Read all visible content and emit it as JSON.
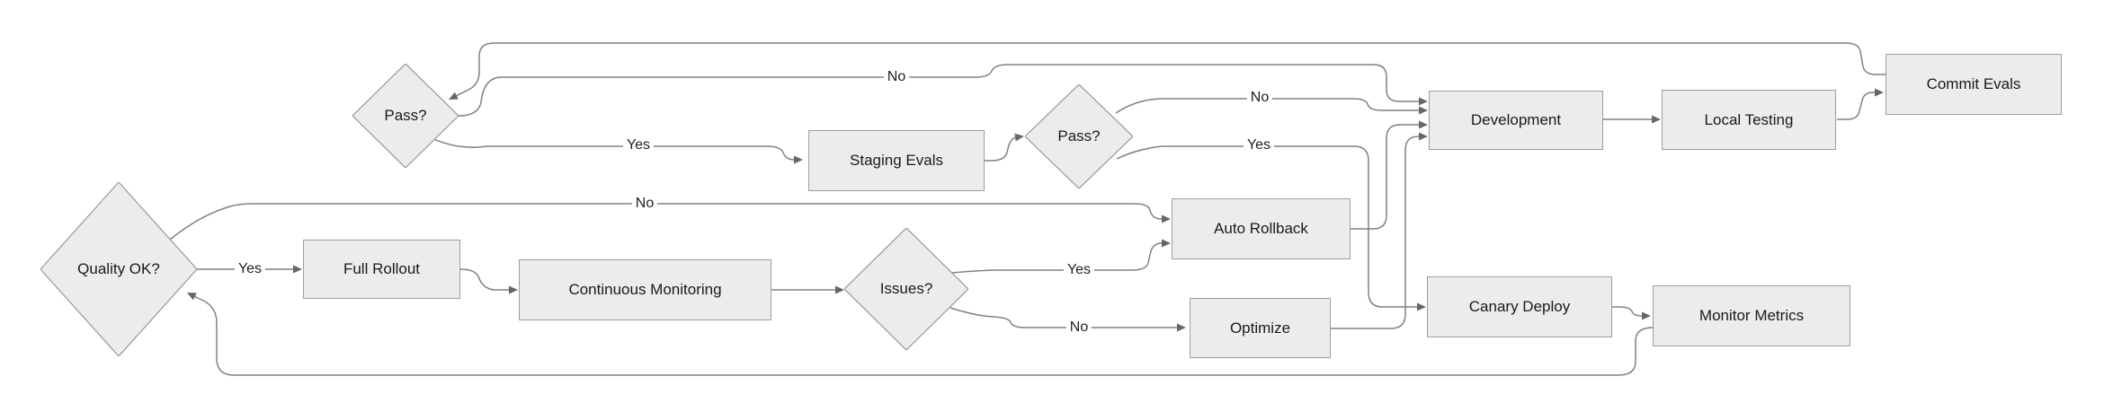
{
  "diagram": {
    "type": "flowchart",
    "colors": {
      "background": "#ffffff",
      "node_fill": "#ececec",
      "node_stroke": "#9e9e9e",
      "edge_stroke": "#808080",
      "arrow_fill": "#666666",
      "text": "#1a1a1a"
    },
    "nodes": {
      "development": {
        "label": "Development",
        "shape": "rect"
      },
      "local_testing": {
        "label": "Local Testing",
        "shape": "rect"
      },
      "commit_evals": {
        "label": "Commit Evals",
        "shape": "rect"
      },
      "pass_commit": {
        "label": "Pass?",
        "shape": "diamond"
      },
      "staging_evals": {
        "label": "Staging Evals",
        "shape": "rect"
      },
      "pass_staging": {
        "label": "Pass?",
        "shape": "diamond"
      },
      "canary_deploy": {
        "label": "Canary Deploy",
        "shape": "rect"
      },
      "monitor_metrics": {
        "label": "Monitor Metrics",
        "shape": "rect"
      },
      "quality_ok": {
        "label": "Quality OK?",
        "shape": "diamond"
      },
      "full_rollout": {
        "label": "Full Rollout",
        "shape": "rect"
      },
      "continuous_monitoring": {
        "label": "Continuous Monitoring",
        "shape": "rect"
      },
      "issues": {
        "label": "Issues?",
        "shape": "diamond"
      },
      "auto_rollback": {
        "label": "Auto Rollback",
        "shape": "rect"
      },
      "optimize": {
        "label": "Optimize",
        "shape": "rect"
      }
    },
    "edges": [
      {
        "from": "development",
        "to": "local_testing",
        "label": ""
      },
      {
        "from": "local_testing",
        "to": "commit_evals",
        "label": ""
      },
      {
        "from": "commit_evals",
        "to": "pass_commit",
        "label": ""
      },
      {
        "from": "pass_commit",
        "to": "development",
        "label": "No"
      },
      {
        "from": "pass_commit",
        "to": "staging_evals",
        "label": "Yes"
      },
      {
        "from": "staging_evals",
        "to": "pass_staging",
        "label": ""
      },
      {
        "from": "pass_staging",
        "to": "development",
        "label": "No"
      },
      {
        "from": "pass_staging",
        "to": "canary_deploy",
        "label": "Yes"
      },
      {
        "from": "canary_deploy",
        "to": "monitor_metrics",
        "label": ""
      },
      {
        "from": "monitor_metrics",
        "to": "quality_ok",
        "label": ""
      },
      {
        "from": "quality_ok",
        "to": "full_rollout",
        "label": "Yes"
      },
      {
        "from": "quality_ok",
        "to": "auto_rollback",
        "label": "No"
      },
      {
        "from": "full_rollout",
        "to": "continuous_monitoring",
        "label": ""
      },
      {
        "from": "continuous_monitoring",
        "to": "issues",
        "label": ""
      },
      {
        "from": "issues",
        "to": "auto_rollback",
        "label": "Yes"
      },
      {
        "from": "issues",
        "to": "optimize",
        "label": "No"
      },
      {
        "from": "auto_rollback",
        "to": "development",
        "label": ""
      },
      {
        "from": "optimize",
        "to": "development",
        "label": ""
      }
    ]
  }
}
